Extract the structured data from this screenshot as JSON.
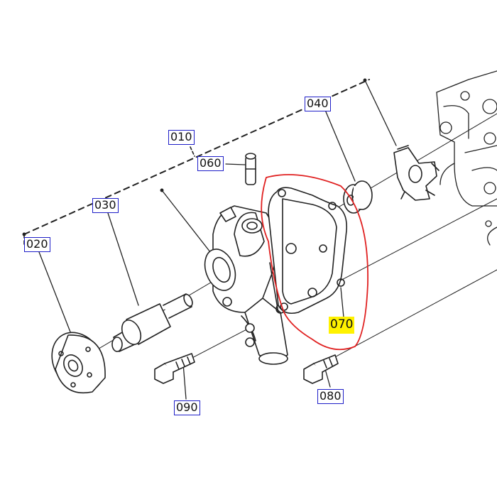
{
  "diagram": {
    "labels": {
      "p010": "010",
      "p020": "020",
      "p030": "030",
      "p040": "040",
      "p060": "060",
      "p070": "070",
      "p080": "080",
      "p090": "090"
    },
    "colors": {
      "label_border": "#1e1ec8",
      "highlight_fill": "#fff200",
      "callout_ring": "#e02020",
      "line_art": "#222222"
    }
  }
}
